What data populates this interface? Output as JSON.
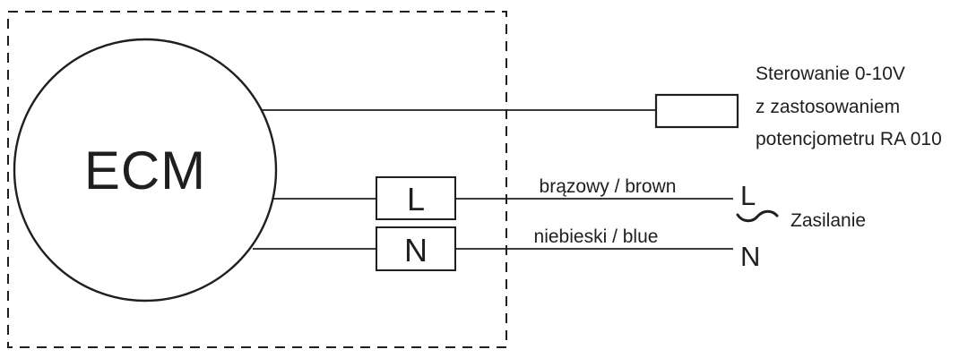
{
  "diagram": {
    "motor": {
      "label": "ECM"
    },
    "control_note": {
      "line1": "Sterowanie 0-10V",
      "line2": "z zastosowaniem",
      "line3": "potencjometru RA 010"
    },
    "terminal_boxes": {
      "live": "L",
      "neutral": "N"
    },
    "wire_labels": {
      "live": "brązowy / brown",
      "neutral": "niebieski / blue"
    },
    "supply": {
      "live_terminal": "L",
      "neutral_terminal": "N",
      "label": "Zasilanie"
    },
    "colors": {
      "ink": "#1f1f1f",
      "background": "#ffffff"
    }
  }
}
